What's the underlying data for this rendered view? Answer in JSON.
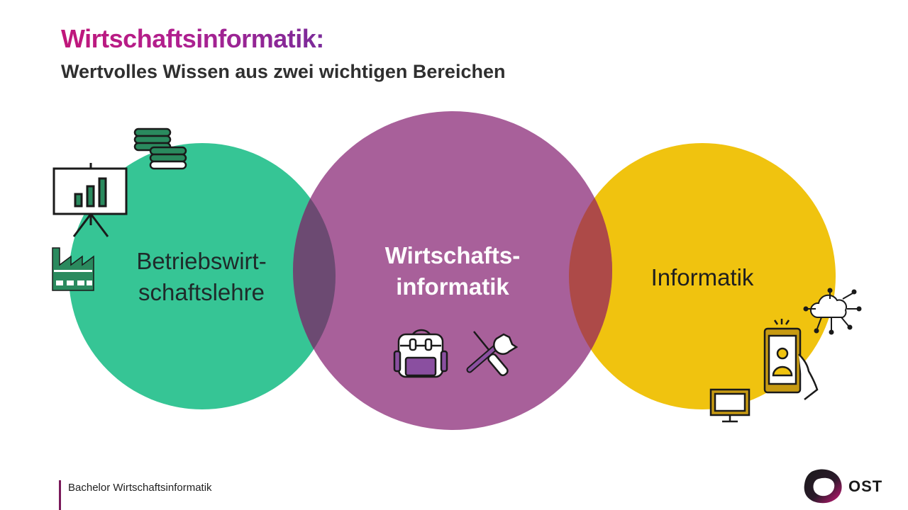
{
  "header": {
    "title": "Wirtschaftsinformatik:",
    "subtitle": "Wertvolles Wissen aus zwei wichtigen Bereichen"
  },
  "diagram": {
    "left": {
      "line1": "Betriebswirt-",
      "line2": "schaftslehre",
      "color": "#36c595"
    },
    "center": {
      "line1": "Wirtschafts-",
      "line2": "informatik",
      "color": "#a8609a"
    },
    "right": {
      "line1": "Informatik",
      "color": "#f0c30f"
    },
    "overlap_left_color": "#6c4a72",
    "overlap_right_color": "#ad4a48",
    "icons": [
      "coins-icon",
      "presentation-board-icon",
      "factory-icon",
      "backpack-icon",
      "tools-icon",
      "cloud-network-icon",
      "smartphone-user-icon",
      "monitor-icon"
    ]
  },
  "footer": {
    "text": "Bachelor Wirtschaftsinformatik",
    "logo_text": "OST"
  }
}
